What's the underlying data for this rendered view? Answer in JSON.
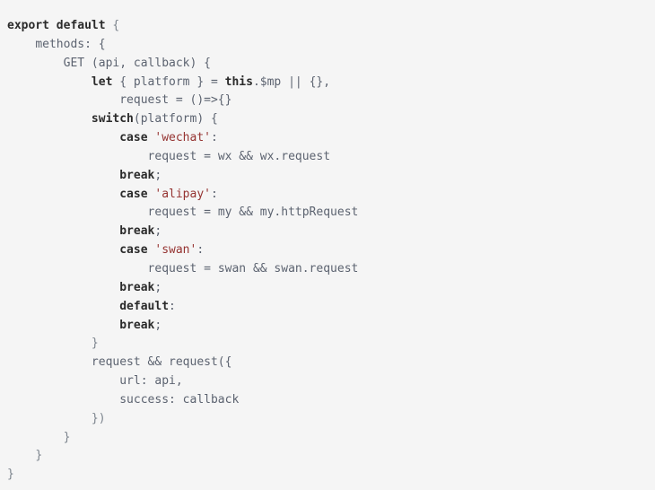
{
  "editor": {
    "background_color": "#f5f5f5",
    "plain_color": "#5c6370",
    "keyword_color": "#2b2b2b",
    "string_color": "#953331",
    "punct_color": "#7c848d",
    "language": "javascript",
    "lines": [
      {
        "indent": 0,
        "tokens": [
          {
            "t": "export default",
            "c": "keyword"
          },
          {
            "t": " {",
            "c": "punct"
          }
        ]
      },
      {
        "indent": 4,
        "tokens": [
          {
            "t": "methods: {",
            "c": "plain"
          }
        ]
      },
      {
        "indent": 8,
        "tokens": [
          {
            "t": "GET (api, callback) {",
            "c": "plain"
          }
        ]
      },
      {
        "indent": 12,
        "tokens": [
          {
            "t": "let",
            "c": "keyword"
          },
          {
            "t": " { platform } = ",
            "c": "plain"
          },
          {
            "t": "this",
            "c": "keyword"
          },
          {
            "t": ".$mp || {},",
            "c": "plain"
          }
        ]
      },
      {
        "indent": 16,
        "tokens": [
          {
            "t": "request = ()=>{}",
            "c": "plain"
          }
        ]
      },
      {
        "indent": 12,
        "tokens": [
          {
            "t": "switch",
            "c": "keyword"
          },
          {
            "t": "(platform) {",
            "c": "plain"
          }
        ]
      },
      {
        "indent": 16,
        "tokens": [
          {
            "t": "case",
            "c": "keyword"
          },
          {
            "t": " ",
            "c": "plain"
          },
          {
            "t": "'wechat'",
            "c": "string"
          },
          {
            "t": ":",
            "c": "plain"
          }
        ]
      },
      {
        "indent": 20,
        "tokens": [
          {
            "t": "request = wx && wx.request",
            "c": "plain"
          }
        ]
      },
      {
        "indent": 16,
        "tokens": [
          {
            "t": "break",
            "c": "keyword"
          },
          {
            "t": ";",
            "c": "plain"
          }
        ]
      },
      {
        "indent": 16,
        "tokens": [
          {
            "t": "case",
            "c": "keyword"
          },
          {
            "t": " ",
            "c": "plain"
          },
          {
            "t": "'alipay'",
            "c": "string"
          },
          {
            "t": ":",
            "c": "plain"
          }
        ]
      },
      {
        "indent": 20,
        "tokens": [
          {
            "t": "request = my && my.httpRequest",
            "c": "plain"
          }
        ]
      },
      {
        "indent": 16,
        "tokens": [
          {
            "t": "break",
            "c": "keyword"
          },
          {
            "t": ";",
            "c": "plain"
          }
        ]
      },
      {
        "indent": 16,
        "tokens": [
          {
            "t": "case",
            "c": "keyword"
          },
          {
            "t": " ",
            "c": "plain"
          },
          {
            "t": "'swan'",
            "c": "string"
          },
          {
            "t": ":",
            "c": "plain"
          }
        ]
      },
      {
        "indent": 20,
        "tokens": [
          {
            "t": "request = swan && swan.request",
            "c": "plain"
          }
        ]
      },
      {
        "indent": 16,
        "tokens": [
          {
            "t": "break",
            "c": "keyword"
          },
          {
            "t": ";",
            "c": "plain"
          }
        ]
      },
      {
        "indent": 16,
        "tokens": [
          {
            "t": "default",
            "c": "keyword"
          },
          {
            "t": ":",
            "c": "plain"
          }
        ]
      },
      {
        "indent": 16,
        "tokens": [
          {
            "t": "break",
            "c": "keyword"
          },
          {
            "t": ";",
            "c": "plain"
          }
        ]
      },
      {
        "indent": 12,
        "tokens": [
          {
            "t": "}",
            "c": "punct"
          }
        ]
      },
      {
        "indent": 12,
        "tokens": [
          {
            "t": "request && request({",
            "c": "plain"
          }
        ]
      },
      {
        "indent": 16,
        "tokens": [
          {
            "t": "url: api,",
            "c": "plain"
          }
        ]
      },
      {
        "indent": 16,
        "tokens": [
          {
            "t": "success: callback",
            "c": "plain"
          }
        ]
      },
      {
        "indent": 12,
        "tokens": [
          {
            "t": "})",
            "c": "punct"
          }
        ]
      },
      {
        "indent": 8,
        "tokens": [
          {
            "t": "}",
            "c": "punct"
          }
        ]
      },
      {
        "indent": 4,
        "tokens": [
          {
            "t": "}",
            "c": "punct"
          }
        ]
      },
      {
        "indent": 0,
        "tokens": [
          {
            "t": "}",
            "c": "punct"
          }
        ]
      }
    ]
  }
}
